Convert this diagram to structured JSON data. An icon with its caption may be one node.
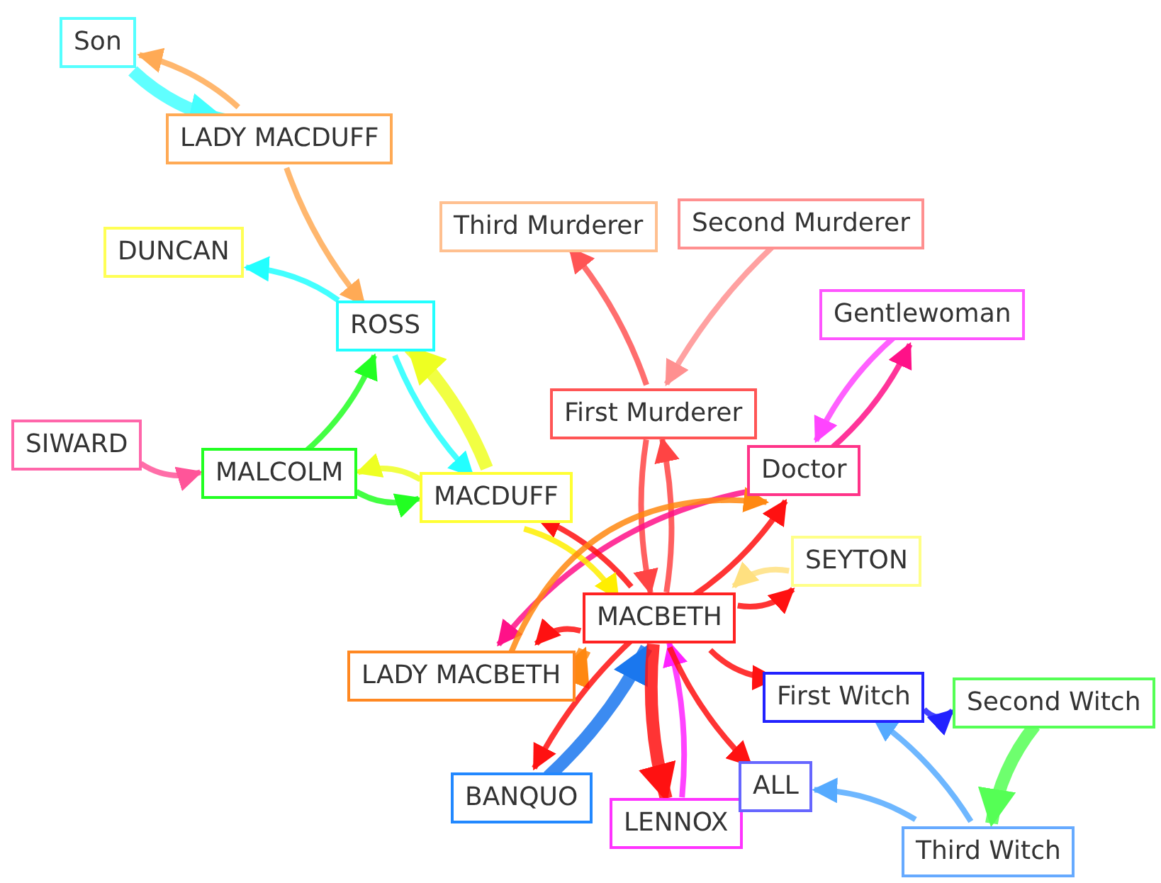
{
  "diagram": {
    "nodes": [
      {
        "text": [
          "Son"
        ]
      },
      {
        "text": [
          "LADY MACDUFF"
        ]
      },
      {
        "text": [
          "DUNCAN"
        ]
      },
      {
        "text": [
          "ROSS"
        ]
      },
      {
        "text": [
          "Third Murderer"
        ]
      },
      {
        "text": [
          "Second Murderer"
        ]
      },
      {
        "text": [
          "Gentlewoman"
        ]
      },
      {
        "text": [
          "SIWARD"
        ]
      },
      {
        "text": [
          "MALCOLM"
        ]
      },
      {
        "text": [
          "First Murderer"
        ]
      },
      {
        "text": [
          "Doctor"
        ]
      },
      {
        "text": [
          "MACDUFF"
        ]
      },
      {
        "text": [
          "SEYTON"
        ]
      },
      {
        "text": [
          "MACBETH"
        ]
      },
      {
        "text": [
          "LADY MACBETH"
        ]
      },
      {
        "text": [
          "First Witch"
        ]
      },
      {
        "text": [
          "Second Witch"
        ]
      },
      {
        "text": [
          "BANQUO"
        ]
      },
      {
        "text": [
          "LENNOX"
        ]
      },
      {
        "text": [
          "ALL"
        ]
      },
      {
        "text": [
          "Third Witch"
        ]
      }
    ],
    "edges": [
      {
        "from": 0,
        "to": 1,
        "arrow": "to",
        "style": "thick",
        "color": "#44ffff"
      },
      {
        "from": 1,
        "to": 0,
        "arrow": "to",
        "color": "#ffaa55"
      },
      {
        "from": 1,
        "to": 3,
        "arrow": "to",
        "color": "#ffaa55"
      },
      {
        "from": 3,
        "to": 2,
        "arrow": "to",
        "color": "#22ffff"
      },
      {
        "from": 8,
        "to": 3,
        "arrow": "to",
        "color": "#22ff22"
      },
      {
        "from": 11,
        "to": 3,
        "arrow": "to",
        "style": "thick",
        "color": "#eeff22"
      },
      {
        "from": 3,
        "to": 11,
        "arrow": "to",
        "color": "#22ffff"
      },
      {
        "from": 7,
        "to": 8,
        "arrow": "to",
        "color": "#ff5599"
      },
      {
        "from": 8,
        "to": 11,
        "arrow": "to",
        "color": "#22ff22"
      },
      {
        "from": 11,
        "to": 8,
        "arrow": "to",
        "color": "#eeff22"
      },
      {
        "from": 9,
        "to": 4,
        "arrow": "to",
        "color": "#ff5555"
      },
      {
        "from": 5,
        "to": 9,
        "arrow": "to",
        "color": "#ff9090"
      },
      {
        "from": 9,
        "to": 13,
        "arrow": "to",
        "color": "#ff4444"
      },
      {
        "from": 13,
        "to": 9,
        "arrow": "to",
        "color": "#ff4444"
      },
      {
        "from": 6,
        "to": 10,
        "arrow": "to",
        "color": "#ff44ff"
      },
      {
        "from": 10,
        "to": 6,
        "arrow": "to",
        "color": "#ff1188"
      },
      {
        "from": 10,
        "to": 14,
        "arrow": "to",
        "color": "#ff1188"
      },
      {
        "from": 13,
        "to": 11,
        "arrow": "to",
        "color": "#ff1111"
      },
      {
        "from": 11,
        "to": 13,
        "arrow": "to",
        "color": "#ffee00"
      },
      {
        "from": 14,
        "to": 10,
        "arrow": "to",
        "color": "#ff8811"
      },
      {
        "from": 13,
        "to": 10,
        "arrow": "to",
        "color": "#ff1111"
      },
      {
        "from": 12,
        "to": 13,
        "arrow": "to",
        "color": "#ffe080"
      },
      {
        "from": 13,
        "to": 12,
        "arrow": "to",
        "color": "#ff1111"
      },
      {
        "from": 13,
        "to": 14,
        "arrow": "to",
        "color": "#ff1111"
      },
      {
        "from": 14,
        "to": 13,
        "arrow": "to",
        "style": "thick",
        "color": "#ff8811"
      },
      {
        "from": 13,
        "to": 15,
        "arrow": "to",
        "color": "#ff1111"
      },
      {
        "from": 13,
        "to": 17,
        "arrow": "to",
        "color": "#ff1111"
      },
      {
        "from": 17,
        "to": 13,
        "arrow": "to",
        "style": "thick",
        "color": "#1a77ee"
      },
      {
        "from": 18,
        "to": 13,
        "arrow": "to",
        "color": "#ff22ff"
      },
      {
        "from": 13,
        "to": 18,
        "arrow": "to",
        "style": "thick",
        "color": "#ff1111"
      },
      {
        "from": 13,
        "to": 19,
        "arrow": "to",
        "color": "#ff1111"
      },
      {
        "from": 15,
        "to": 16,
        "arrow": "to",
        "color": "#2222ff"
      },
      {
        "from": 16,
        "to": 20,
        "arrow": "to",
        "style": "thick",
        "color": "#55ff55"
      },
      {
        "from": 20,
        "to": 15,
        "arrow": "to",
        "color": "#55aaff"
      },
      {
        "from": 20,
        "to": 19,
        "arrow": "to",
        "color": "#55aaff"
      }
    ]
  }
}
